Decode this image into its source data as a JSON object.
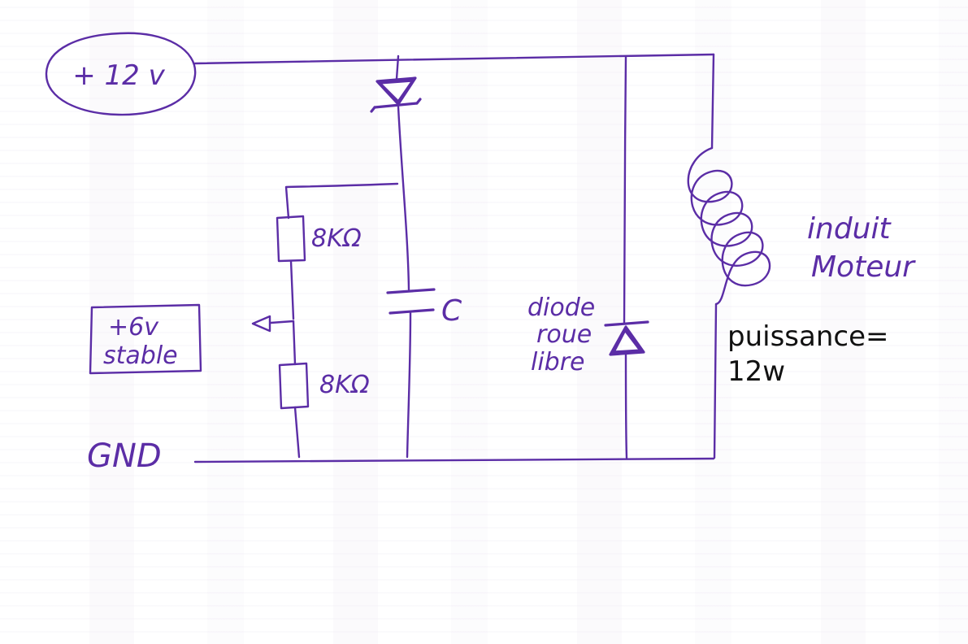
{
  "colors": {
    "ink": "#5b2da6",
    "text": "#111111",
    "paper": "#ffffff"
  },
  "labels": {
    "supply": "+ 12 v",
    "regulated_line1": "+6v",
    "regulated_line2": "stable",
    "gnd": "GND",
    "resistor_top": "8KΩ",
    "resistor_bottom": "8KΩ",
    "capacitor": "C",
    "freewheel_line1": "diode",
    "freewheel_line2": "roue",
    "freewheel_line3": "libre",
    "coil_line1": "induit",
    "coil_line2": "Moteur",
    "power_line1": "puissance=",
    "power_line2": "12w"
  }
}
